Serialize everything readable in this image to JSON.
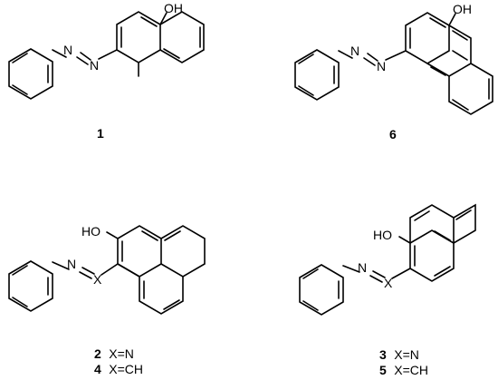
{
  "compounds": [
    {
      "id": "c1",
      "atoms": {
        "oh": "OH",
        "n1": "N",
        "n2": "N"
      },
      "caption_lines": [
        {
          "number": "1",
          "text": ""
        }
      ]
    },
    {
      "id": "c6",
      "atoms": {
        "oh": "OH",
        "n1": "N",
        "n2": "N"
      },
      "caption_lines": [
        {
          "number": "6",
          "text": ""
        }
      ]
    },
    {
      "id": "c2",
      "atoms": {
        "oh": "HO",
        "n1": "N",
        "x": "X"
      },
      "caption_lines": [
        {
          "number": "2",
          "text": "X=N"
        },
        {
          "number": "4",
          "text": "X=CH"
        }
      ]
    },
    {
      "id": "c3",
      "atoms": {
        "oh": "HO",
        "n1": "N",
        "x": "X"
      },
      "caption_lines": [
        {
          "number": "3",
          "text": "X=N"
        },
        {
          "number": "5",
          "text": "X=CH"
        }
      ]
    }
  ]
}
